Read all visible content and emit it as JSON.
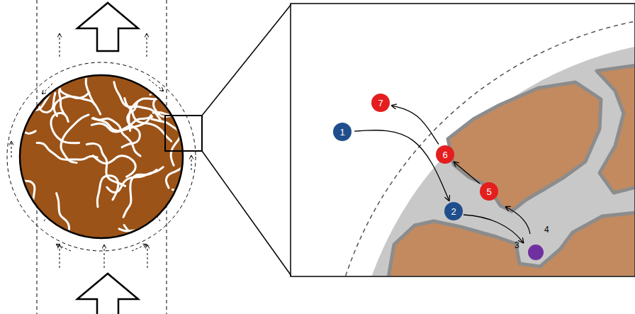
{
  "diagram": {
    "nodes": [
      {
        "text": [
          "1"
        ]
      },
      {
        "text": [
          "2"
        ]
      },
      {
        "text": [
          "5"
        ]
      },
      {
        "text": [
          "6"
        ]
      },
      {
        "text": [
          "7"
        ]
      }
    ],
    "edges": [
      {
        "from": 0,
        "to": 1,
        "arrow": "to"
      },
      {
        "from": 2,
        "to": 3,
        "arrow": "to"
      },
      {
        "from": 3,
        "to": 4,
        "arrow": "to"
      }
    ],
    "labels": [
      "3",
      "4"
    ]
  }
}
